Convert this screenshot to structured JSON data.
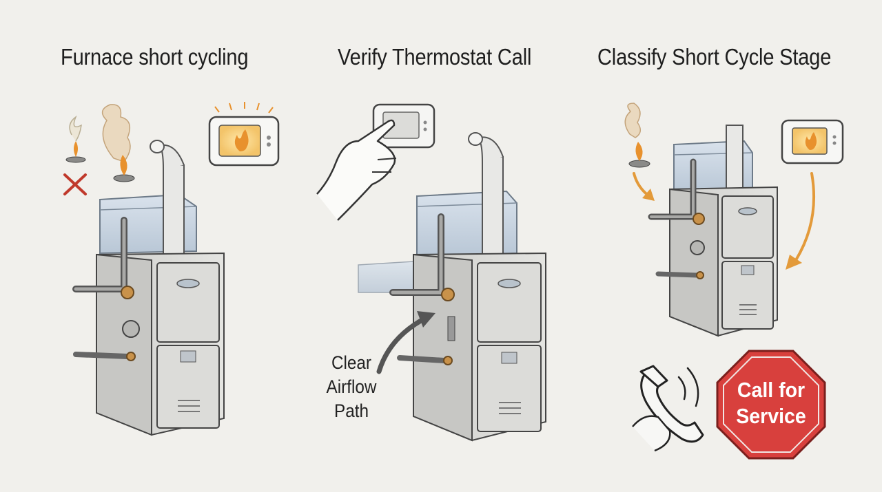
{
  "panels": [
    {
      "title": "Furnace short cycling"
    },
    {
      "title": "Verify Thermostat Call"
    },
    {
      "title": "Classify Short Cycle Stage"
    }
  ],
  "airflow_label": "Clear Airflow Path",
  "airflow_lines": [
    "Clear",
    "Airflow",
    "Path"
  ],
  "service_sign": {
    "lines": [
      "Call for",
      "Service"
    ],
    "color": "#d8403d"
  },
  "colors": {
    "flame": "#e8912d",
    "arrow": "#e39a3a",
    "cross": "#c0392b",
    "metal": "#d6d6d3",
    "duct": "#c7d3e0"
  }
}
